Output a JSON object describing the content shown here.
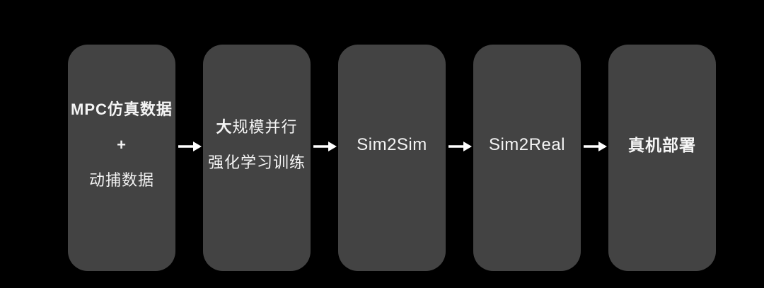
{
  "diagram": {
    "type": "flowchart",
    "direction": "left-to-right",
    "colors": {
      "background": "#000000",
      "node-fill": "#434343",
      "text": "#f5f5f5",
      "arrow": "#ffffff"
    },
    "nodes": [
      {
        "id": "training-data",
        "line1": "MPC仿真数据",
        "line2": "+",
        "line3": "动捕数据"
      },
      {
        "id": "rl-training",
        "line1_emph": "大",
        "line1_rest": "规模并行",
        "line2": "强化学习训练"
      },
      {
        "id": "sim2sim",
        "label": "Sim2Sim"
      },
      {
        "id": "sim2real",
        "label": "Sim2Real"
      },
      {
        "id": "real-deployment",
        "label": "真机部署"
      }
    ]
  }
}
